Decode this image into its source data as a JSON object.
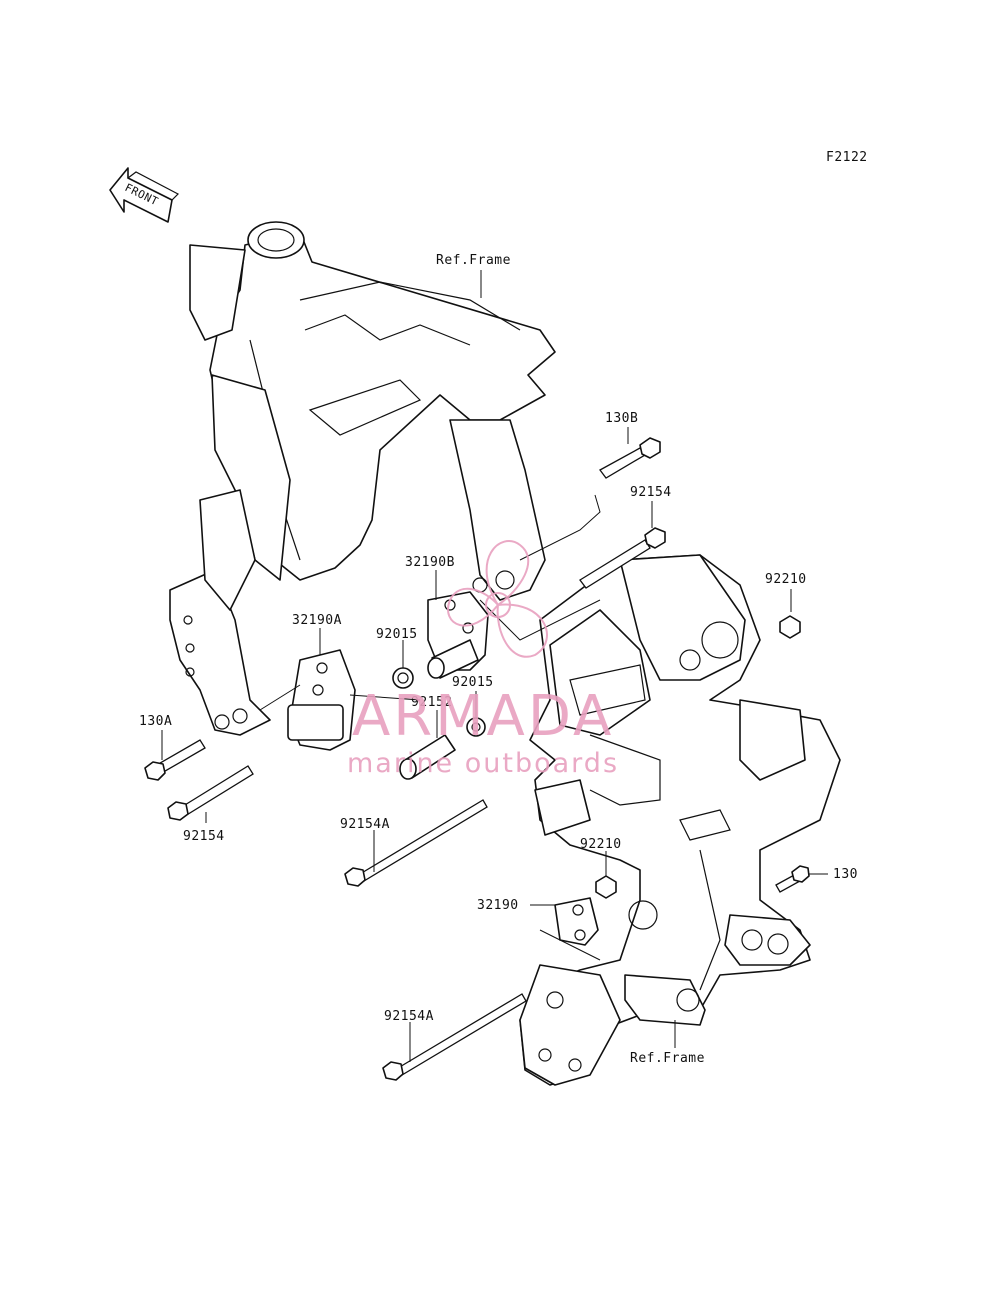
{
  "figure_code": "F2122",
  "front_arrow_text": "FRONT",
  "watermark": {
    "brand": "ARMADA",
    "tagline": "marine outboards",
    "color": "#e8a0bf"
  },
  "labels": {
    "ref_frame_top": "Ref.Frame",
    "ref_frame_bottom": "Ref.Frame",
    "p130b": "130B",
    "p92154_top": "92154",
    "p92210_top": "92210",
    "p32190b": "32190B",
    "p32190a": "32190A",
    "p92015_a": "92015",
    "p92015_b": "92015",
    "p92152": "92152",
    "p130a": "130A",
    "p92154_left": "92154",
    "p92154a_mid": "92154A",
    "p92210_bottom": "92210",
    "p32190": "32190",
    "p130": "130",
    "p92154a_bottom": "92154A"
  }
}
